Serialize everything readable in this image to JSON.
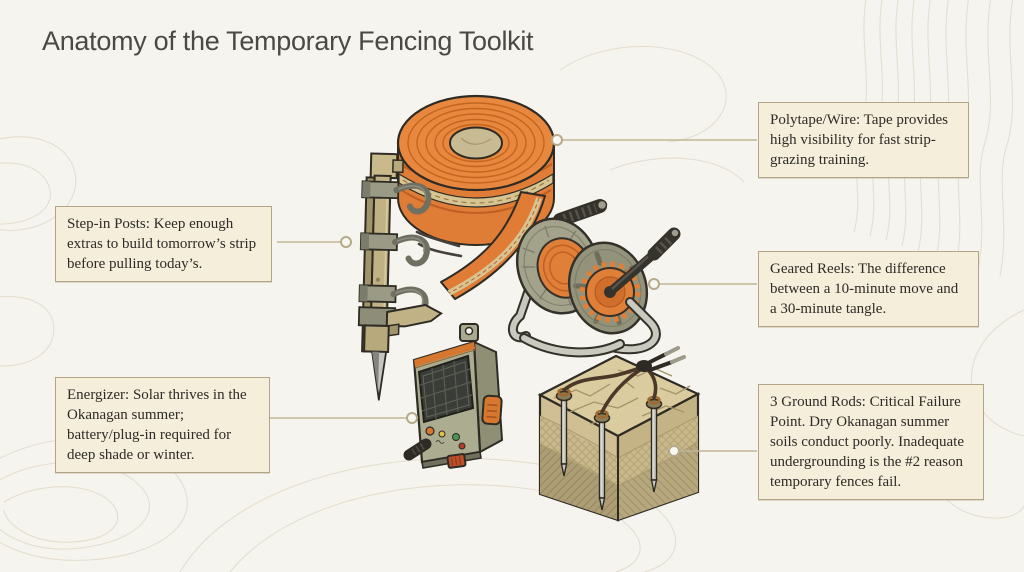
{
  "title": "Anatomy of the Temporary Fencing Toolkit",
  "palette": {
    "background": "#f6f4ee",
    "callout_bg": "#f4eedb",
    "callout_border": "#b3a584",
    "body_text": "#2f2b26",
    "title_color": "#4b4945",
    "accent_orange": "#e07f38",
    "olive_green": "#9c9c84",
    "soil_tan": "#cfbf92",
    "leader_line": "#bcb190"
  },
  "callouts": [
    {
      "id": "polytape",
      "text": "Polytape/Wire: Tape provides high visibility for fast strip-grazing training."
    },
    {
      "id": "step-in-posts",
      "text": "Step-in Posts: Keep enough extras to build tomorrow’s strip before pulling today’s."
    },
    {
      "id": "geared-reels",
      "text": "Geared Reels: The difference between a 10-minute move and a 30-minute tangle."
    },
    {
      "id": "energizer",
      "text": "Energizer: Solar thrives in the Okanagan summer; battery/plug-in required for deep shade or winter."
    },
    {
      "id": "ground-rods",
      "text": "3 Ground Rods: Critical Failure Point. Dry Okanagan summer soils conduct poorly. Inadequate undergrounding is the #2 reason temporary fences fail."
    }
  ],
  "illustrations": [
    {
      "id": "polytape-roll-icon",
      "meaning": "roll of orange polytape with loose tape and wire ends"
    },
    {
      "id": "step-in-post-icon",
      "meaning": "step-in fence post with hooks, foot step and spike"
    },
    {
      "id": "geared-reel-icon",
      "meaning": "geared fencing reel with crank and carry handle"
    },
    {
      "id": "energizer-icon",
      "meaning": "solar fence energizer with indicator lights and terminals"
    },
    {
      "id": "ground-rods-icon",
      "meaning": "three ground rods driven into a cutaway soil block with lead wires"
    }
  ]
}
